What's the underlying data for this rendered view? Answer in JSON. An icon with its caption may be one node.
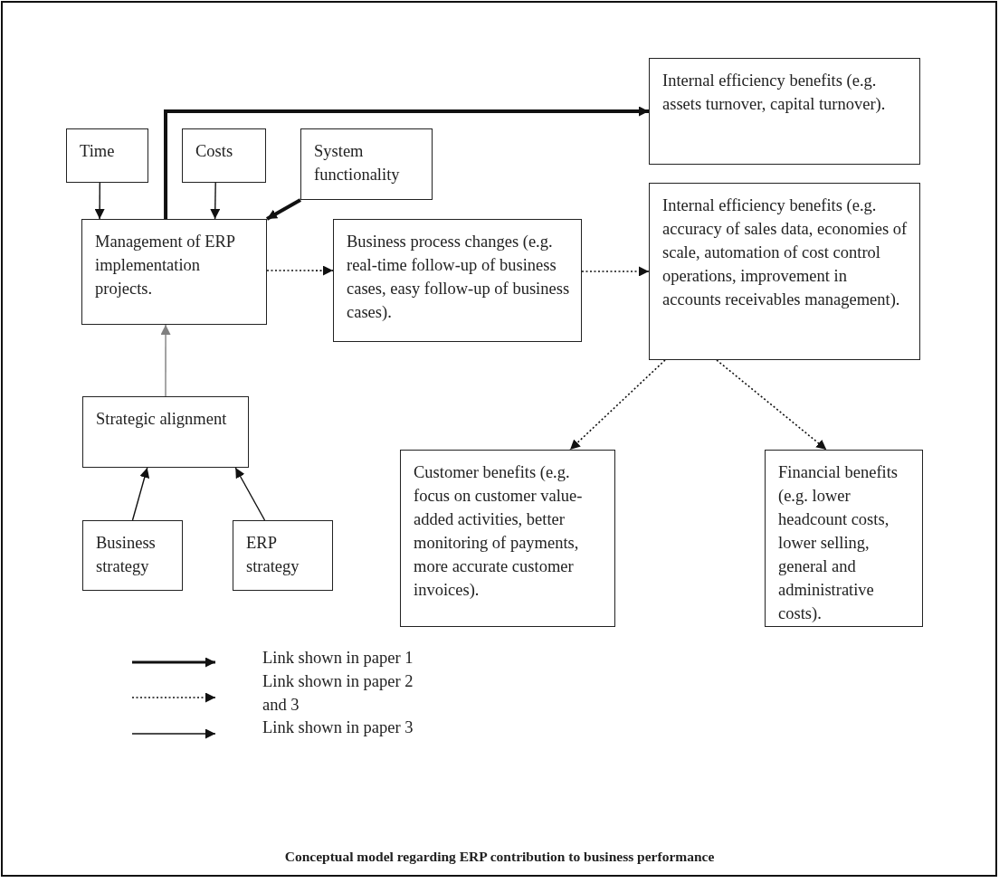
{
  "diagram": {
    "caption": "Conceptual model regarding ERP contribution to business performance",
    "nodes": [
      {
        "text": [
          "Time"
        ]
      },
      {
        "text": [
          "Costs"
        ]
      },
      {
        "text": [
          "System functionality"
        ]
      },
      {
        "text": [
          "Management of ERP implementation projects."
        ]
      },
      {
        "text": [
          "Business process changes (e.g. real-time follow-up of business cases, easy follow-up of business cases)."
        ]
      },
      {
        "text": [
          "Internal efficiency benefits (e.g. assets turnover, capital turnover)."
        ]
      },
      {
        "text": [
          "Internal efficiency benefits (e.g. accuracy of sales data, economies of scale, automation of cost control operations, improvement in accounts receivables management)."
        ]
      },
      {
        "text": [
          "Strategic alignment"
        ]
      },
      {
        "text": [
          "Business strategy"
        ]
      },
      {
        "text": [
          "ERP strategy"
        ]
      },
      {
        "text": [
          "Customer benefits (e.g. focus on customer value-added activities, better monitoring of payments, more accurate customer invoices)."
        ]
      },
      {
        "text": [
          "Financial benefits (e.g. lower headcount costs, lower selling, general and administrative costs)."
        ]
      }
    ],
    "edges": [
      {
        "from": 0,
        "to": 3,
        "arrow": "to"
      },
      {
        "from": 1,
        "to": 3,
        "arrow": "to"
      },
      {
        "from": 2,
        "to": 3,
        "arrow": "to",
        "style": "thick"
      },
      {
        "from": 3,
        "to": 5,
        "arrow": "to",
        "style": "thick"
      },
      {
        "from": 3,
        "to": 4,
        "arrow": "to",
        "style": "dashed"
      },
      {
        "from": 4,
        "to": 6,
        "arrow": "to",
        "style": "dashed"
      },
      {
        "from": 6,
        "to": 10,
        "arrow": "to",
        "style": "dashed"
      },
      {
        "from": 6,
        "to": 11,
        "arrow": "to",
        "style": "dashed"
      },
      {
        "from": 7,
        "to": 3,
        "arrow": "to",
        "color": "#808080"
      },
      {
        "from": 8,
        "to": 7,
        "arrow": "to"
      },
      {
        "from": 9,
        "to": 7,
        "arrow": "to"
      }
    ],
    "legend": [
      {
        "text": "Link shown in paper 1"
      },
      {
        "text": "Link shown in paper 2 and 3"
      },
      {
        "text": "Link shown in paper 3"
      }
    ]
  }
}
